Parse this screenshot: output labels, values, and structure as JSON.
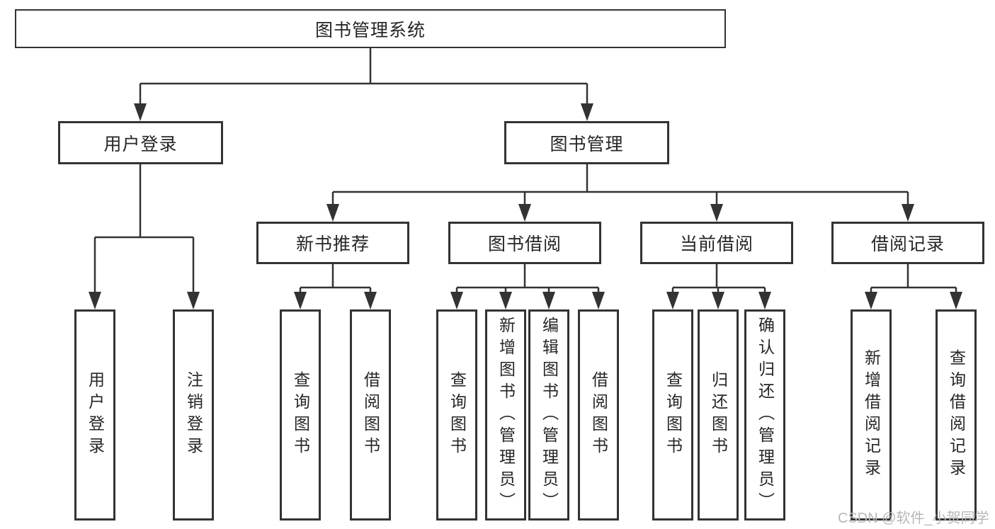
{
  "nodes": {
    "root": "图书管理系统",
    "user_login": "用户登录",
    "book_management": "图书管理",
    "new_book_recommend": "新书推荐",
    "book_borrowing": "图书借阅",
    "current_borrowing": "当前借阅",
    "borrowing_records": "借阅记录"
  },
  "leaves": {
    "user_login": "用户登录",
    "logout_login": "注销登录",
    "recommend_query_book": "查询图书",
    "recommend_borrow_book": "借阅图书",
    "borrowing_query_book": "查询图书",
    "borrowing_add_book_admin": "新增图书（管理员）",
    "borrowing_edit_book_admin": "编辑图书（管理员）",
    "borrowing_borrow_book": "借阅图书",
    "current_query_book": "查询图书",
    "current_return_book": "归还图书",
    "current_confirm_return_admin": "确认归还（管理员）",
    "records_add_record": "新增借阅记录",
    "records_query_record": "查询借阅记录"
  },
  "watermark": "CSDN @软件_小贺同学",
  "colors": {
    "line": "#333333",
    "text": "#262626",
    "watermark": "#b8b8b8",
    "background": "#ffffff"
  }
}
